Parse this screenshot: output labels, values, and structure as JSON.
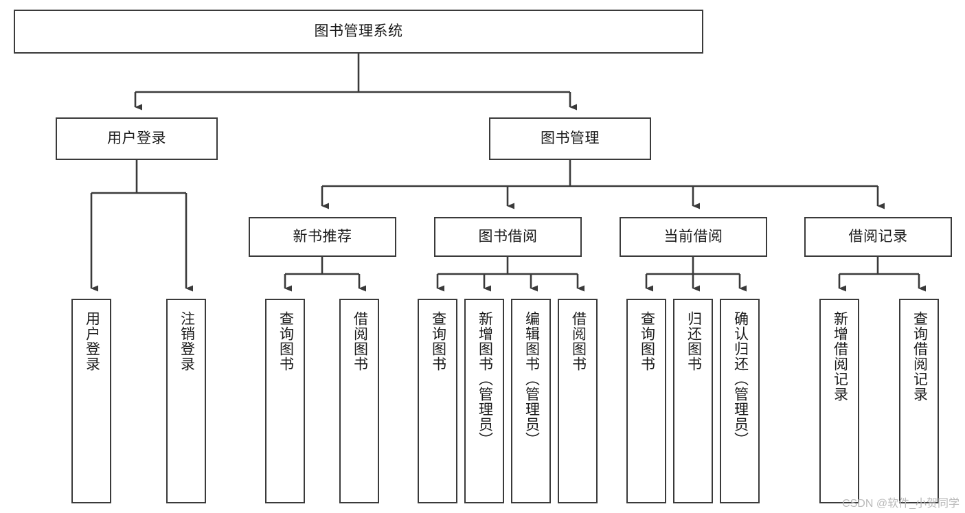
{
  "diagram": {
    "title": "图书管理系统",
    "type": "tree-hierarchy-chart",
    "watermark": "CSDN @软件_小贺同学",
    "colors": {
      "background": "#ffffff",
      "box_border": "#3a3a3a",
      "text": "#1a1a1a",
      "connector": "#3a3a3a",
      "watermark": "#b9b9b9"
    },
    "nodes": {
      "root": {
        "label": "图书管理系统"
      },
      "level2": [
        {
          "label": "用户登录"
        },
        {
          "label": "图书管理"
        }
      ],
      "level3": [
        {
          "label": "新书推荐"
        },
        {
          "label": "图书借阅"
        },
        {
          "label": "当前借阅"
        },
        {
          "label": "借阅记录"
        }
      ],
      "leaves": {
        "user_login": [
          {
            "label": "用户登录"
          },
          {
            "label": "注销登录"
          }
        ],
        "new_book_recommend": [
          {
            "label": "查询图书"
          },
          {
            "label": "借阅图书"
          }
        ],
        "book_borrow": [
          {
            "label": "查询图书"
          },
          {
            "label": "新增图书（管理员）"
          },
          {
            "label": "编辑图书（管理员）"
          },
          {
            "label": "借阅图书"
          }
        ],
        "current_borrow": [
          {
            "label": "查询图书"
          },
          {
            "label": "归还图书"
          },
          {
            "label": "确认归还（管理员）"
          }
        ],
        "borrow_record": [
          {
            "label": "新增借阅记录"
          },
          {
            "label": "查询借阅记录"
          }
        ]
      }
    }
  }
}
